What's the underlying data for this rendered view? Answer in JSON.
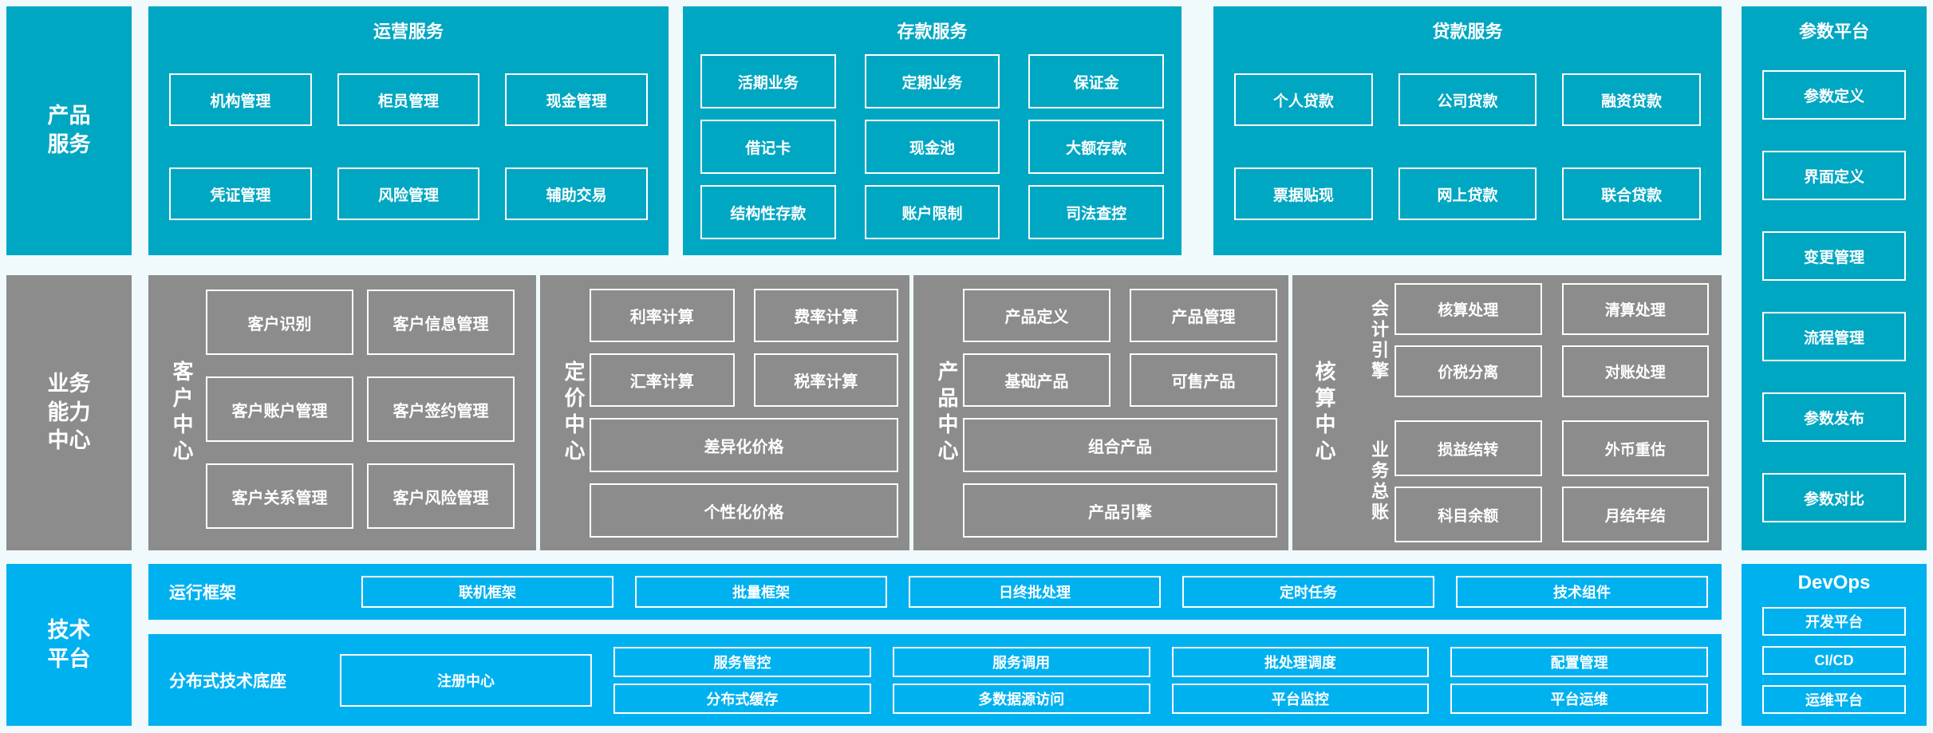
{
  "colors": {
    "teal": "#00A7C2",
    "gray": "#8C8C8C",
    "blue": "#00B1F0",
    "background": "#F0FAFC",
    "text": "#FFFFFF"
  },
  "sidebar": {
    "product_services": "产品服务",
    "business_capability_center": "业务能力中心",
    "technology_platform": "技术平台"
  },
  "operations_panel": {
    "title": "运营服务",
    "items": [
      "机构管理",
      "柜员管理",
      "现金管理",
      "凭证管理",
      "风险管理",
      "辅助交易"
    ]
  },
  "deposit_panel": {
    "title": "存款服务",
    "items": [
      "活期业务",
      "定期业务",
      "保证金",
      "借记卡",
      "现金池",
      "大额存款",
      "结构性存款",
      "账户限制",
      "司法查控"
    ]
  },
  "loan_panel": {
    "title": "贷款服务",
    "items": [
      "个人贷款",
      "公司贷款",
      "融资贷款",
      "票据贴现",
      "网上贷款",
      "联合贷款"
    ]
  },
  "parameter_platform": {
    "title": "参数平台",
    "items": [
      "参数定义",
      "界面定义",
      "变更管理",
      "流程管理",
      "参数发布",
      "参数对比"
    ]
  },
  "customer_center": {
    "label": "客户中心",
    "items": [
      "客户识别",
      "客户信息管理",
      "客户账户管理",
      "客户签约管理",
      "客户关系管理",
      "客户风险管理"
    ]
  },
  "pricing_center": {
    "label": "定价中心",
    "items_small": [
      "利率计算",
      "费率计算",
      "汇率计算",
      "税率计算"
    ],
    "items_wide": [
      "差异化价格",
      "个性化价格"
    ]
  },
  "product_center": {
    "label": "产品中心",
    "items_small": [
      "产品定义",
      "产品管理",
      "基础产品",
      "可售产品"
    ],
    "items_wide": [
      "组合产品",
      "产品引擎"
    ]
  },
  "accounting_center": {
    "label": "核算中心",
    "groups": [
      {
        "label": "会计引擎",
        "items": [
          "核算处理",
          "清算处理",
          "价税分离",
          "对账处理"
        ]
      },
      {
        "label": "业务总账",
        "items": [
          "损益结转",
          "外币重估",
          "科目余额",
          "月结年结"
        ]
      }
    ]
  },
  "runtime_framework": {
    "label": "运行框架",
    "items": [
      "联机框架",
      "批量框架",
      "日终批处理",
      "定时任务",
      "技术组件"
    ]
  },
  "distributed_base": {
    "label": "分布式技术底座",
    "registry": "注册中心",
    "items": [
      "服务管控",
      "服务调用",
      "批处理调度",
      "配置管理",
      "分布式缓存",
      "多数据源访问",
      "平台监控",
      "平台运维"
    ]
  },
  "devops": {
    "title": "DevOps",
    "items": [
      "开发平台",
      "CI/CD",
      "运维平台"
    ]
  }
}
